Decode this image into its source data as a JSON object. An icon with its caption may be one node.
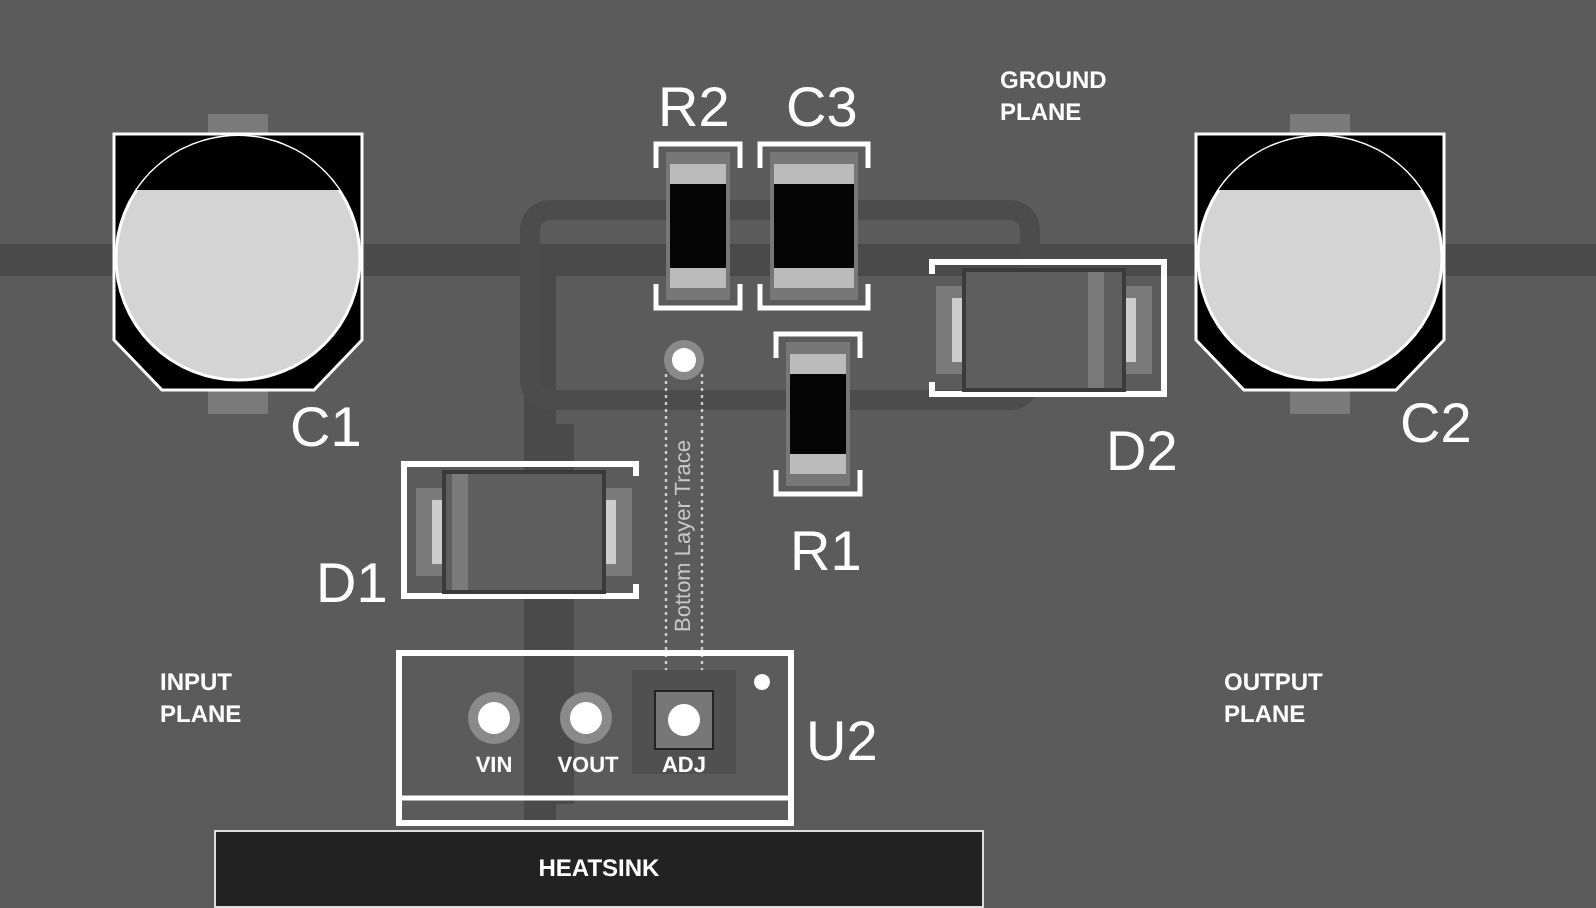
{
  "diagram": {
    "nodes": [
      {
        "text": [
          "C1"
        ]
      },
      {
        "text": [
          "R2"
        ]
      },
      {
        "text": [
          "C3"
        ]
      },
      {
        "text": [
          "D2"
        ]
      },
      {
        "text": [
          "C2"
        ]
      },
      {
        "text": [],
        "shape": "circle"
      },
      {
        "text": [
          "R1"
        ]
      },
      {
        "text": [
          "D1"
        ]
      },
      {
        "text": [
          "U2"
        ]
      },
      {
        "text": [
          "VIN"
        ],
        "in": 8
      },
      {
        "text": [
          "VOUT"
        ],
        "in": 8
      },
      {
        "text": [
          "ADJ"
        ],
        "in": 8
      },
      {
        "text": [
          "HEATSINK"
        ]
      }
    ],
    "edges": [
      {
        "from": 5,
        "to": 11,
        "arrow": "none",
        "style": "dashed",
        "label": "Bottom Layer Trace"
      }
    ],
    "labels": [
      "GROUND PLANE",
      "INPUT PLANE",
      "OUTPUT PLANE"
    ]
  }
}
